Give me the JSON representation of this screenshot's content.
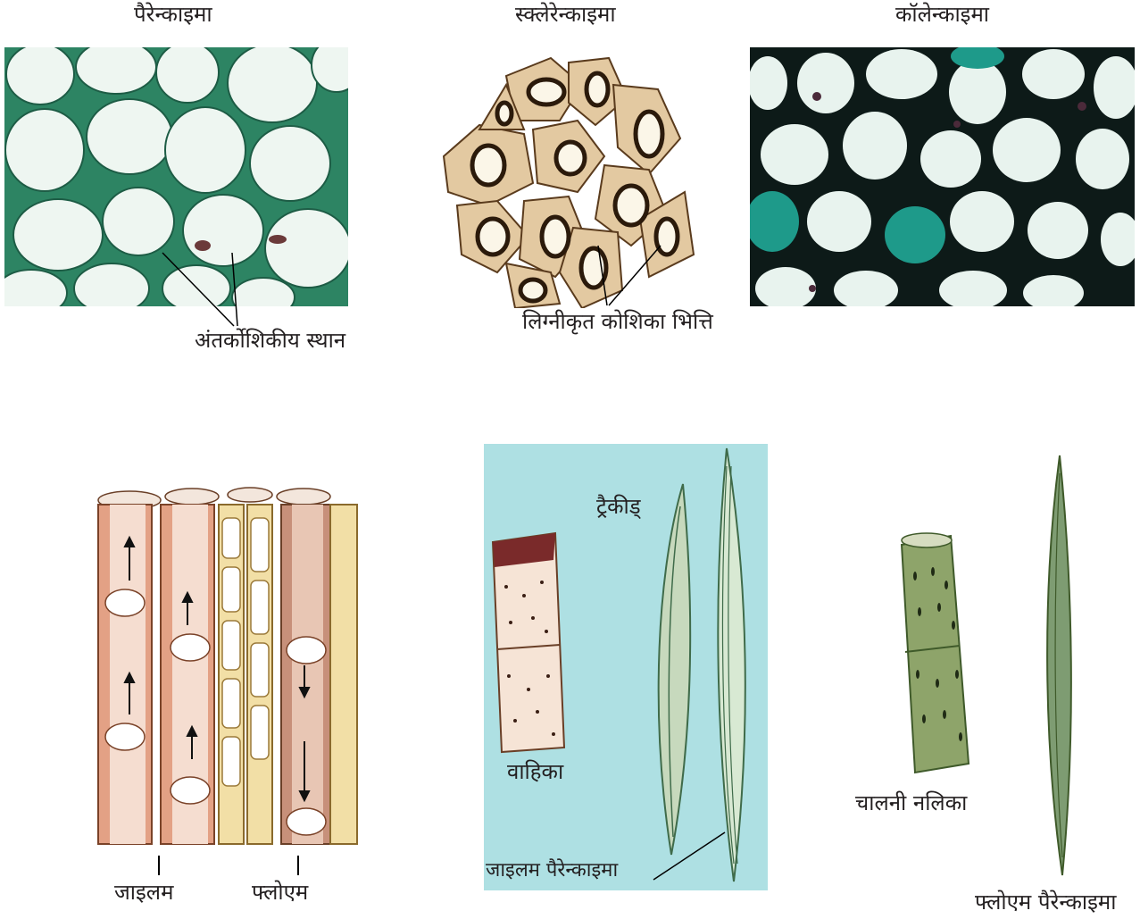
{
  "top": {
    "parenchyma_title": "पैरेन्काइमा",
    "sclerenchyma_title": "स्क्लेरेन्काइमा",
    "collenchyma_title": "कॉलेन्काइमा",
    "intercellular_label": "अंतर्कोशिकीय स्थान",
    "lignified_label": "लिग्नीकृत कोशिका भित्ति"
  },
  "bottom": {
    "xylem_label": "जाइलम",
    "phloem_label": "फ्लोएम",
    "tracheid_label": "ट्रैकीड्",
    "vessel_label": "वाहिका",
    "xylem_parenchyma_label": "जाइलम पैरेन्काइमा",
    "sieve_tube_label": "चालनी नलिका",
    "phloem_parenchyma_label": "फ्लोएम पैरेन्काइमा"
  },
  "colors": {
    "parenchyma_wall": "#2e8b6a",
    "collenchyma_bg": "#0d1a18",
    "xylem_fill": "#e3a185",
    "phloem_fill": "#f2dfa6",
    "panel_blue": "#aee0e3"
  }
}
